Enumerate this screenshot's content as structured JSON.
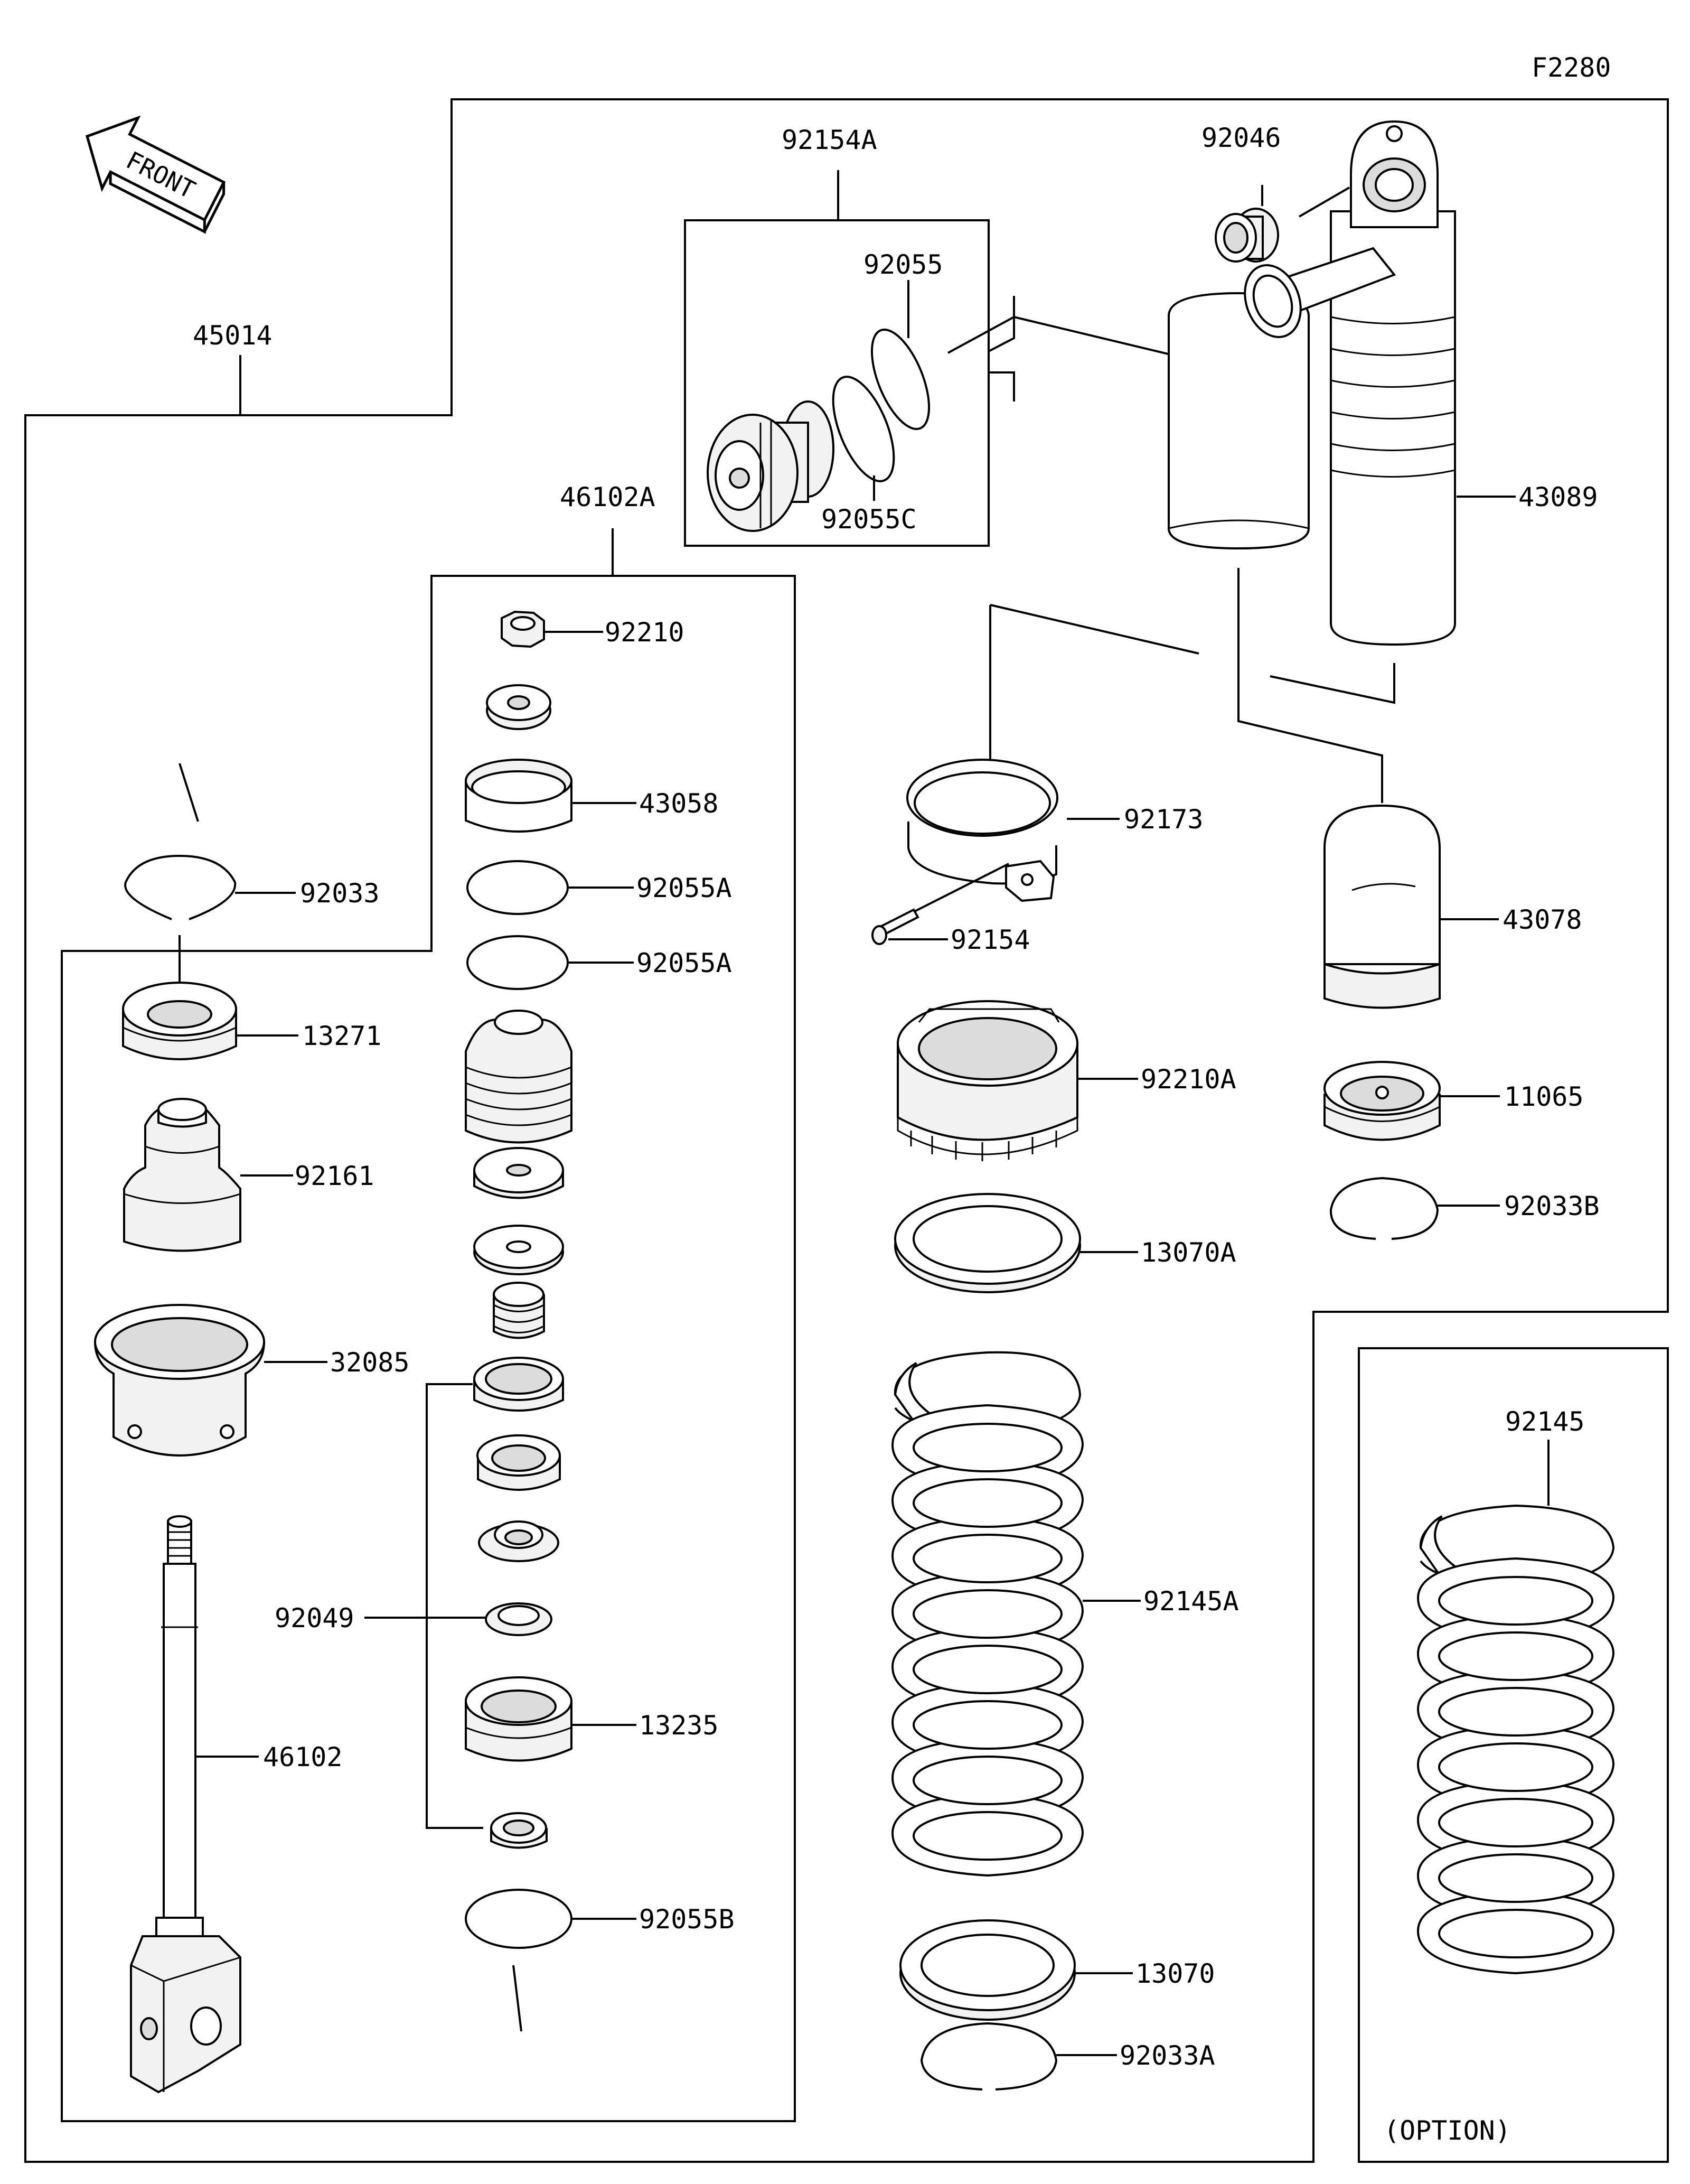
{
  "figure_code": "F2280",
  "front_label": "FRONT",
  "option_label": "(OPTION)",
  "callouts": {
    "c45014": "45014",
    "c92154A": "92154A",
    "c92046": "92046",
    "c92055": "92055",
    "c92055C": "92055C",
    "c43089": "43089",
    "c46102A": "46102A",
    "c92210": "92210",
    "c43058": "43058",
    "c92055A_1": "92055A",
    "c92055A_2": "92055A",
    "c92033": "92033",
    "c13271": "13271",
    "c92161": "92161",
    "c32085": "32085",
    "c92049": "92049",
    "c13235": "13235",
    "c46102": "46102",
    "c92055B": "92055B",
    "c92173": "92173",
    "c92154": "92154",
    "c92210A": "92210A",
    "c13070A": "13070A",
    "c92145A": "92145A",
    "c13070": "13070",
    "c92033A": "92033A",
    "c43078": "43078",
    "c11065": "11065",
    "c92033B": "92033B",
    "c92145": "92145"
  }
}
